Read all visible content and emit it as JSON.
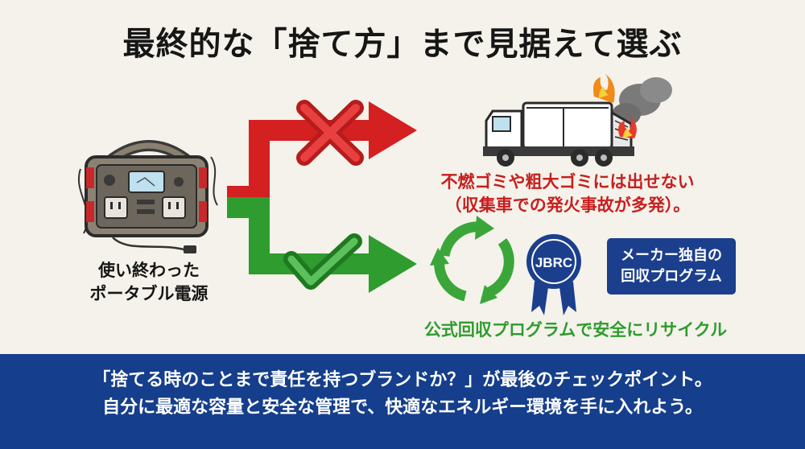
{
  "title": "最終的な「捨て方」まで見据えて選ぶ",
  "device": {
    "icon": "portable-power-station-icon",
    "caption_line1": "使い終わった",
    "caption_line2": "ポータブル電源"
  },
  "bad_path": {
    "color": "#d42020",
    "icon": "garbage-truck-fire-icon",
    "text_line1": "不燃ゴミや粗大ゴミには出せない",
    "text_line2": "（収集車での発火事故が多発）。"
  },
  "good_path": {
    "color": "#2e9c2e",
    "recycle_icon": "recycle-arrows-icon",
    "badge_label": "JBRC",
    "maker_box_line1": "メーカー独自の",
    "maker_box_line2": "回収プログラム",
    "text": "公式回収プログラムで安全にリサイクル"
  },
  "banner": {
    "color": "#153e8c",
    "line1": "「捨てる時のことまで責任を持つブランドか？」が最後のチェックポイント。",
    "line2": "自分に最適な容量と安全な管理で、快適なエネルギー環境を手に入れよう。"
  }
}
